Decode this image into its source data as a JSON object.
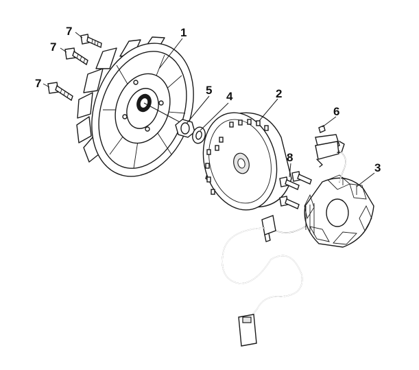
{
  "diagram": {
    "callouts": [
      {
        "id": "flywheel",
        "label": "1"
      },
      {
        "id": "rotor",
        "label": "2"
      },
      {
        "id": "stator",
        "label": "3"
      },
      {
        "id": "washer",
        "label": "4"
      },
      {
        "id": "nut",
        "label": "5"
      },
      {
        "id": "pulser-screw",
        "label": "6"
      },
      {
        "id": "bolt-a",
        "label": "7"
      },
      {
        "id": "bolt-b",
        "label": "7"
      },
      {
        "id": "bolt-c",
        "label": "7"
      },
      {
        "id": "stator-bolt",
        "label": "8"
      }
    ]
  }
}
